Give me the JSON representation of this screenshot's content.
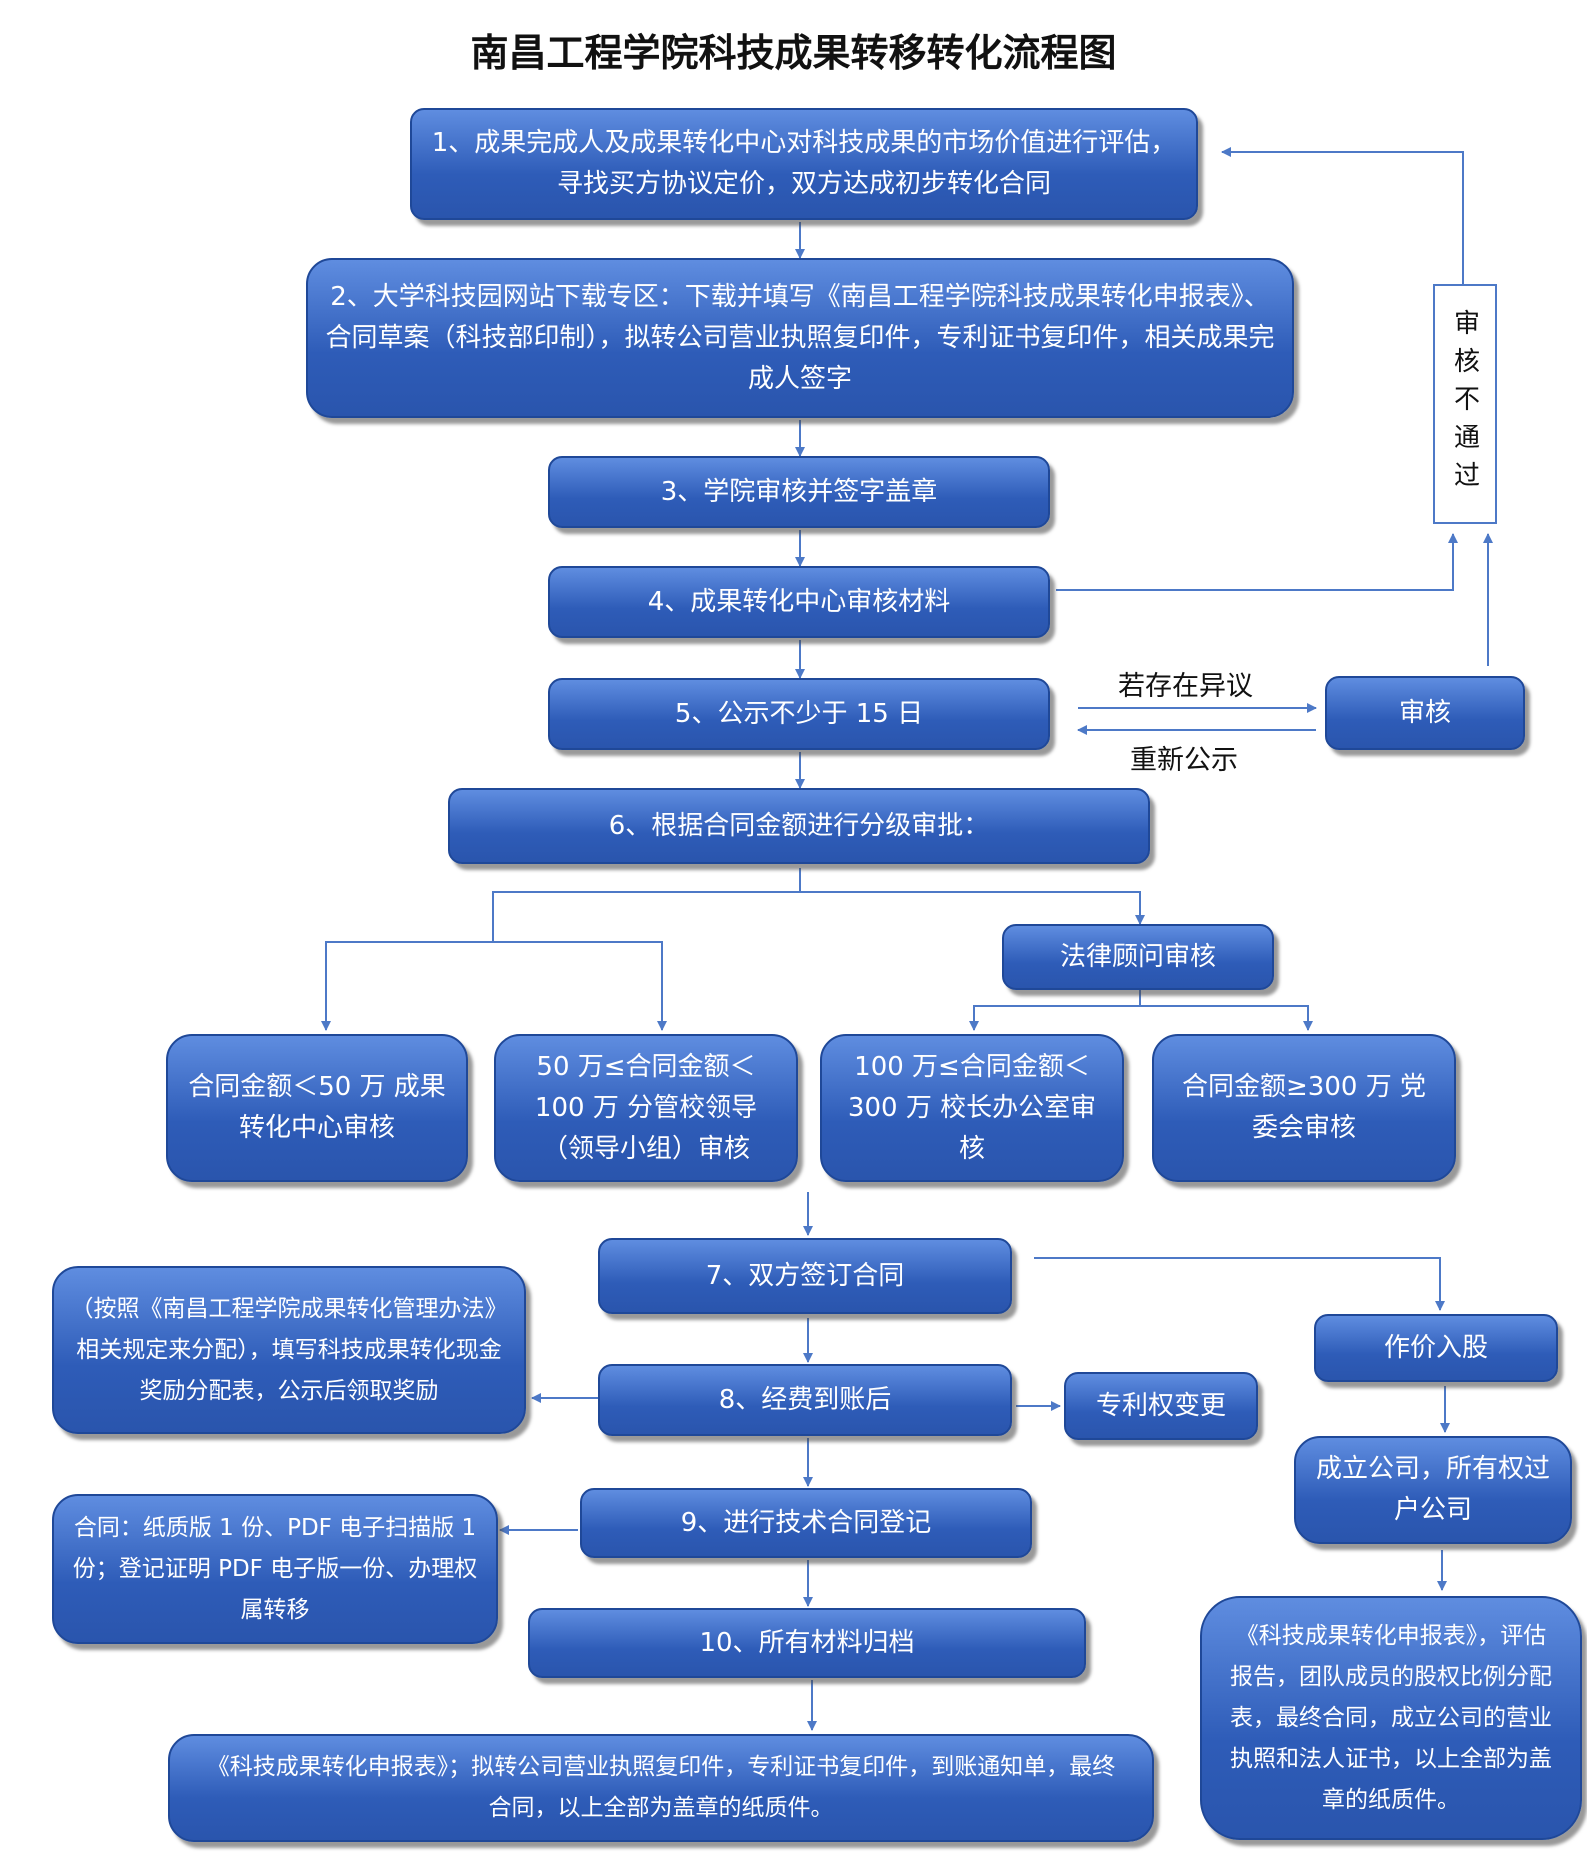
{
  "title": "南昌工程学院科技成果转移转化流程图",
  "steps": {
    "s1": "1、成果完成人及成果转化中心对科技成果的市场价值进行评估，寻找买方协议定价，双方达成初步转化合同",
    "s2": "2、大学科技园网站下载专区：下载并填写《南昌工程学院科技成果转化申报表》、合同草案（科技部印制），拟转公司营业执照复印件，专利证书复印件，相关成果完成人签字",
    "s3": "3、学院审核并签字盖章",
    "s4": "4、成果转化中心审核材料",
    "s5": "5、公示不少于 15 日",
    "s6": "6、根据合同金额进行分级审批：",
    "s7": "7、双方签订合同",
    "s8": "8、经费到账后",
    "s9": "9、进行技术合同登记",
    "s10": "10、所有材料归档"
  },
  "side": {
    "review_fail": "审核不通过",
    "review": "审核",
    "if_objection": "若存在异议",
    "republish": "重新公示",
    "legal_review": "法律顾问审核"
  },
  "tiers": {
    "t1": "合同金额＜50 万 成果转化中心审核",
    "t2": "50 万≤合同金额＜100 万 分管校领导（领导小组）审核",
    "t3": "100 万≤合同金额＜300 万 校长办公室审核",
    "t4": "合同金额≥300 万 党委会审核"
  },
  "notes": {
    "reward": "（按照《南昌工程学院成果转化管理办法》相关规定来分配），填写科技成果转化现金奖励分配表，公示后领取奖励",
    "patent_change": "专利权变更",
    "contract_copies": "合同：纸质版 1 份、PDF 电子扫描版 1 份；登记证明 PDF 电子版一份、办理权属转移",
    "archive_list": "《科技成果转化申报表》；拟转公司营业执照复印件，专利证书复印件，到账通知单，最终合同，以上全部为盖章的纸质件。"
  },
  "equity": {
    "invest": "作价入股",
    "company": "成立公司，所有权过户公司",
    "docs": "《科技成果转化申报表》，评估报告，团队成员的股权比例分配表，最终合同，成立公司的营业执照和法人证书，以上全部为盖章的纸质件。"
  },
  "colors": {
    "box_top": "#5f8de0",
    "box_bottom": "#2a55ad",
    "line": "#4d79c7"
  }
}
